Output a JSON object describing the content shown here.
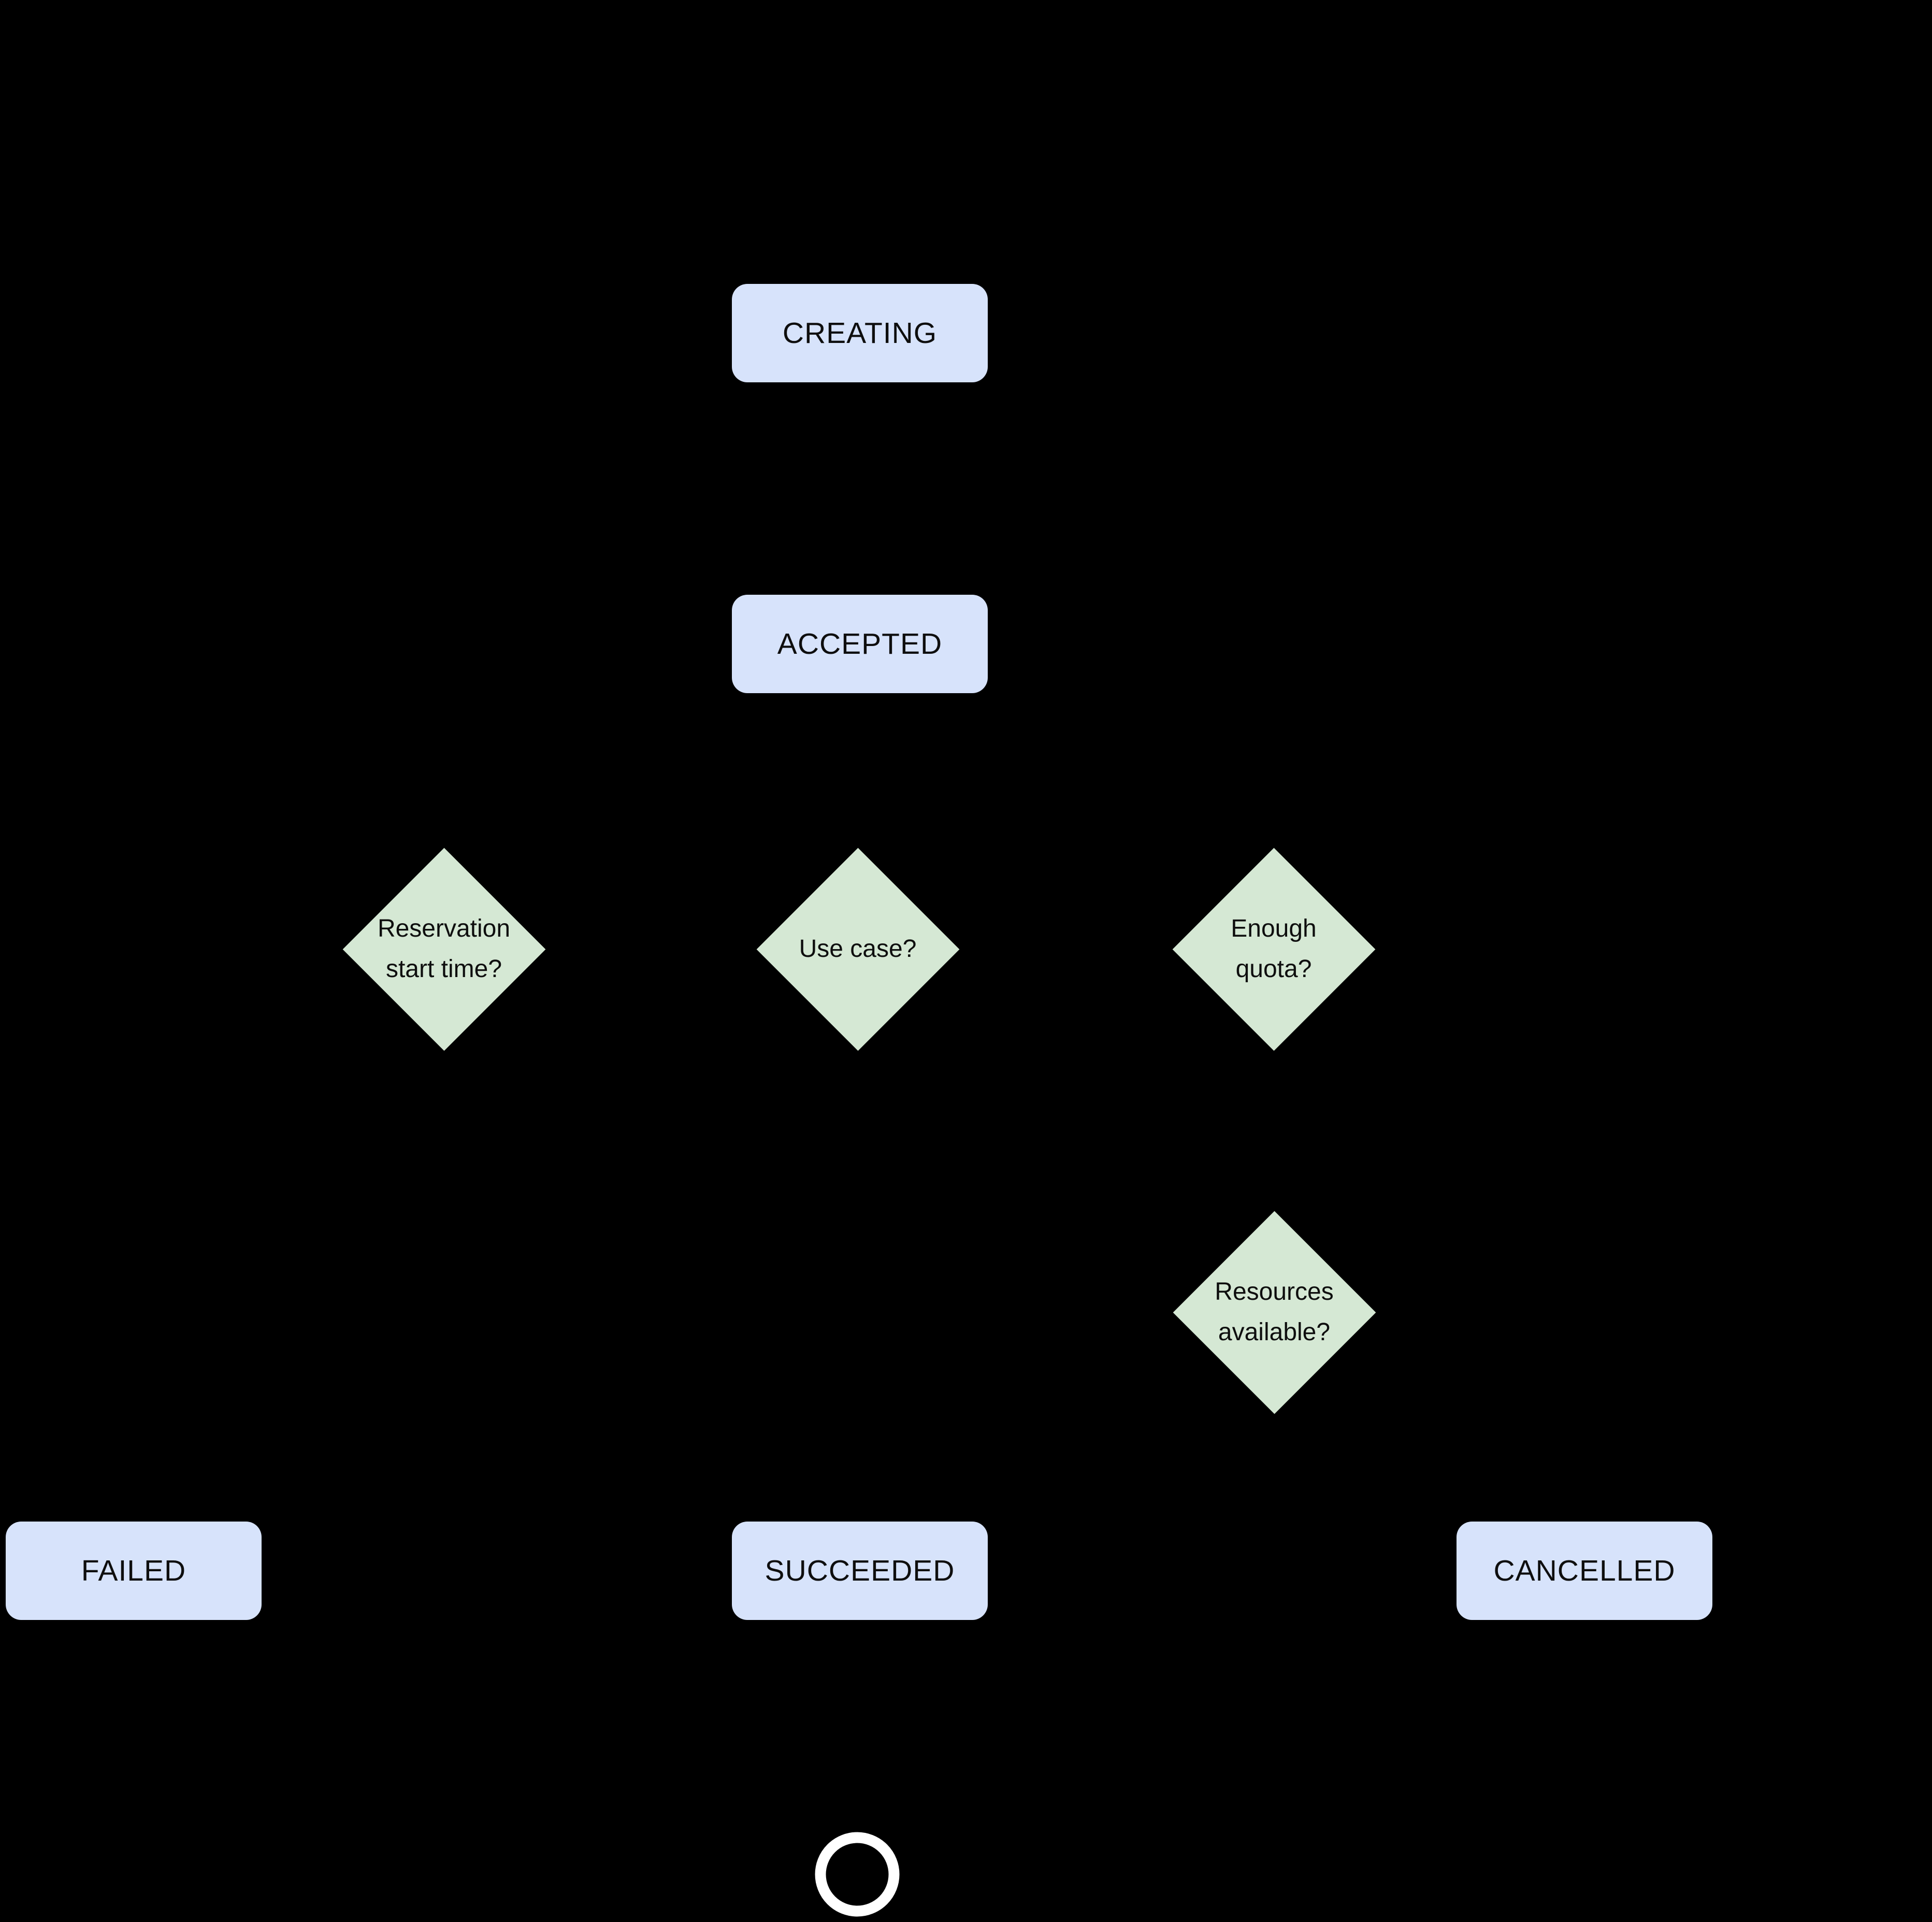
{
  "diagram": {
    "type": "flowchart-state-diagram",
    "nodes": {
      "creating": {
        "label": "CREATING"
      },
      "accepted": {
        "label": "ACCEPTED"
      },
      "failed": {
        "label": "FAILED"
      },
      "succeeded": {
        "label": "SUCCEEDED"
      },
      "cancelled": {
        "label": "CANCELLED"
      },
      "reservation_start_time": {
        "line1": "Reservation",
        "line2": "start time?"
      },
      "use_case": {
        "label": "Use case?"
      },
      "enough_quota": {
        "line1": "Enough",
        "line2": "quota?"
      },
      "resources_available": {
        "line1": "Resources",
        "line2": "available?"
      }
    },
    "end_state": {
      "shape": "circle-outline"
    }
  },
  "colors": {
    "background": "#000000",
    "state_fill": "#d7e3fb",
    "decision_fill": "#d5e8d4",
    "text": "#0e0e0e",
    "end_circle": "#ffffff"
  }
}
